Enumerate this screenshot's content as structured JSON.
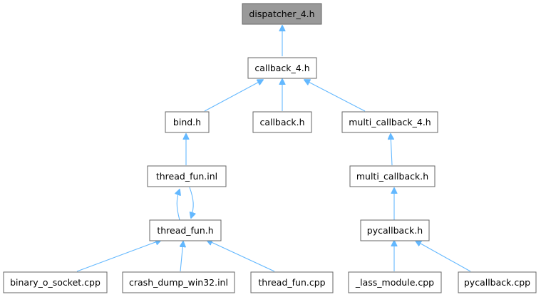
{
  "graph": {
    "nodes": {
      "dispatcher_4_h": "dispatcher_4.h",
      "callback_4_h": "callback_4.h",
      "bind_h": "bind.h",
      "callback_h": "callback.h",
      "multi_callback_4_h": "multi_callback_4.h",
      "thread_fun_inl": "thread_fun.inl",
      "multi_callback_h": "multi_callback.h",
      "thread_fun_h": "thread_fun.h",
      "pycallback_h": "pycallback.h",
      "binary_o_socket_cpp": "binary_o_socket.cpp",
      "crash_dump_win32_inl": "crash_dump_win32.inl",
      "thread_fun_cpp": "thread_fun.cpp",
      "lass_module_cpp": "_lass_module.cpp",
      "pycallback_cpp": "pycallback.cpp"
    },
    "highlighted_node": "dispatcher_4_h",
    "edges": [
      {
        "from": "callback_4_h",
        "to": "dispatcher_4_h"
      },
      {
        "from": "bind_h",
        "to": "callback_4_h"
      },
      {
        "from": "callback_h",
        "to": "callback_4_h"
      },
      {
        "from": "multi_callback_4_h",
        "to": "callback_4_h"
      },
      {
        "from": "thread_fun_inl",
        "to": "bind_h"
      },
      {
        "from": "thread_fun_h",
        "to": "thread_fun_inl"
      },
      {
        "from": "thread_fun_inl",
        "to": "thread_fun_h"
      },
      {
        "from": "multi_callback_h",
        "to": "multi_callback_4_h"
      },
      {
        "from": "pycallback_h",
        "to": "multi_callback_h"
      },
      {
        "from": "binary_o_socket_cpp",
        "to": "thread_fun_h"
      },
      {
        "from": "crash_dump_win32_inl",
        "to": "thread_fun_h"
      },
      {
        "from": "thread_fun_cpp",
        "to": "thread_fun_h"
      },
      {
        "from": "lass_module_cpp",
        "to": "pycallback_h"
      },
      {
        "from": "pycallback_cpp",
        "to": "pycallback_h"
      }
    ],
    "colors": {
      "edge": "#63b8ff",
      "node_border": "#666666",
      "highlight_fill": "#999999",
      "node_fill": "#ffffff"
    }
  }
}
